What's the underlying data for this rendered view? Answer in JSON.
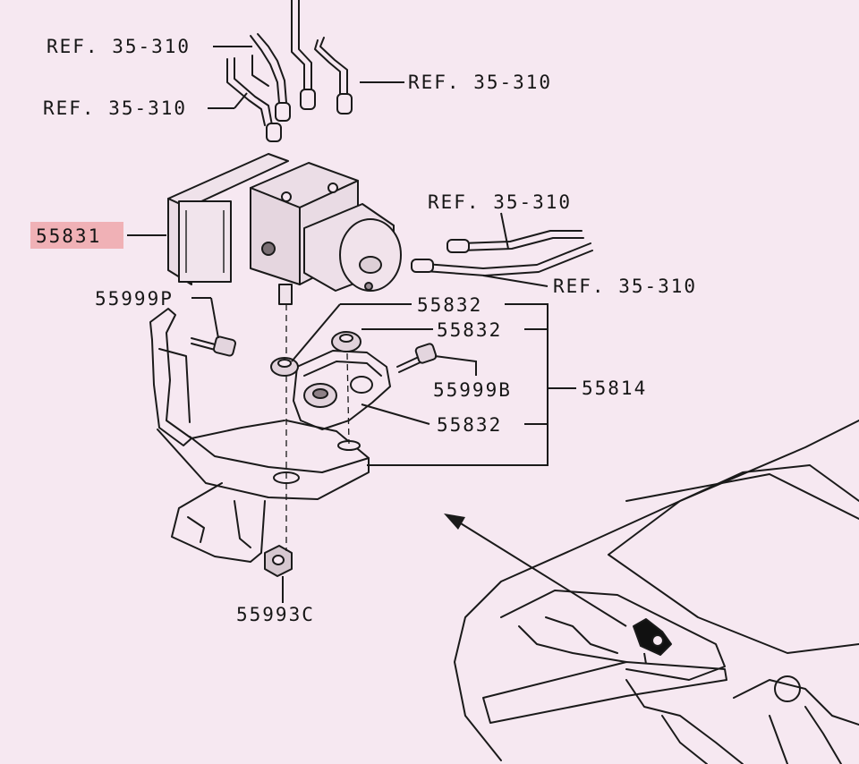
{
  "labels": {
    "ref_top_left": "REF. 35-310",
    "ref_top_right": "REF. 35-310",
    "ref_mid_left": "REF. 35-310",
    "ref_right_upper": "REF. 35-310",
    "ref_right_lower": "REF. 35-310",
    "part_55831": "55831",
    "part_55999p": "55999P",
    "part_55832_a": "55832",
    "part_55832_b": "55832",
    "part_55999b": "55999B",
    "part_55814": "55814",
    "part_55832_c": "55832",
    "part_55993c": "55993C"
  },
  "colors": {
    "background": "#f6e8f1",
    "highlight": "#efa7ac",
    "ink": "#1a1a1a"
  }
}
